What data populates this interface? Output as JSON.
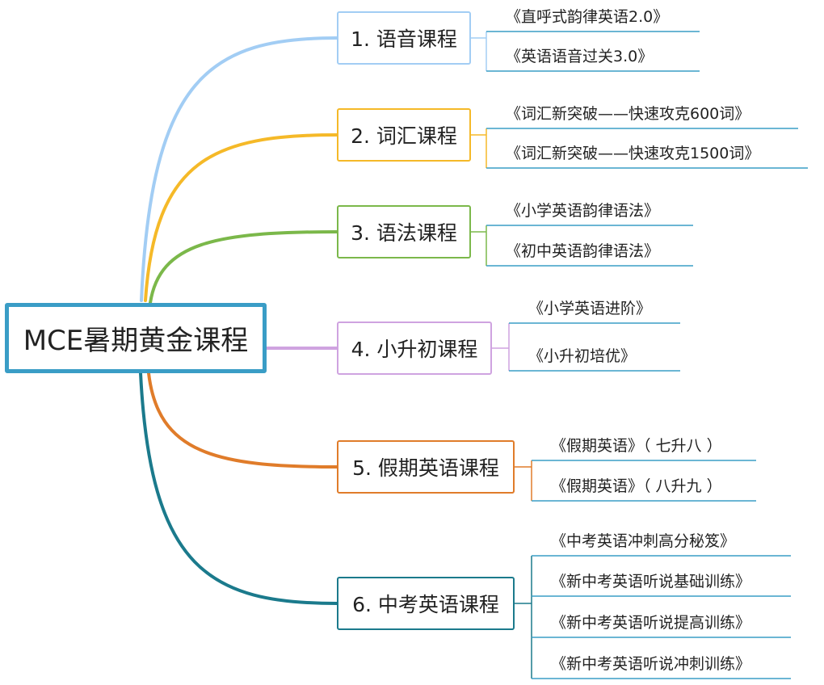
{
  "root": {
    "label": "MCE暑期黄金课程",
    "color": "#3a9dc6"
  },
  "branches": [
    {
      "label": "1. 语音课程",
      "color": "#a2cdf4",
      "children": [
        "《直呼式韵律英语2.0》",
        "《英语语音过关3.0》"
      ]
    },
    {
      "label": "2. 词汇课程",
      "color": "#f5b928",
      "children": [
        "《词汇新突破——快速攻克600词》",
        "《词汇新突破——快速攻克1500词》"
      ]
    },
    {
      "label": "3. 语法课程",
      "color": "#7bb84a",
      "children": [
        "《小学英语韵律语法》",
        "《初中英语韵律语法》"
      ]
    },
    {
      "label": "4. 小升初课程",
      "color": "#cfa3e0",
      "children": [
        "《小学英语进阶》",
        "《小升初培优》"
      ]
    },
    {
      "label": "5. 假期英语课程",
      "color": "#e07c2a",
      "children": [
        "《假期英语》（ 七升八 ）",
        "《假期英语》（ 八升九 ）"
      ]
    },
    {
      "label": "6. 中考英语课程",
      "color": "#1b7a8c",
      "children": [
        "《中考英语冲刺高分秘笈》",
        "《新中考英语听说基础训练》",
        "《新中考英语听说提高训练》",
        "《新中考英语听说冲刺训练》"
      ]
    }
  ],
  "underline_color": "#3a9dc6"
}
